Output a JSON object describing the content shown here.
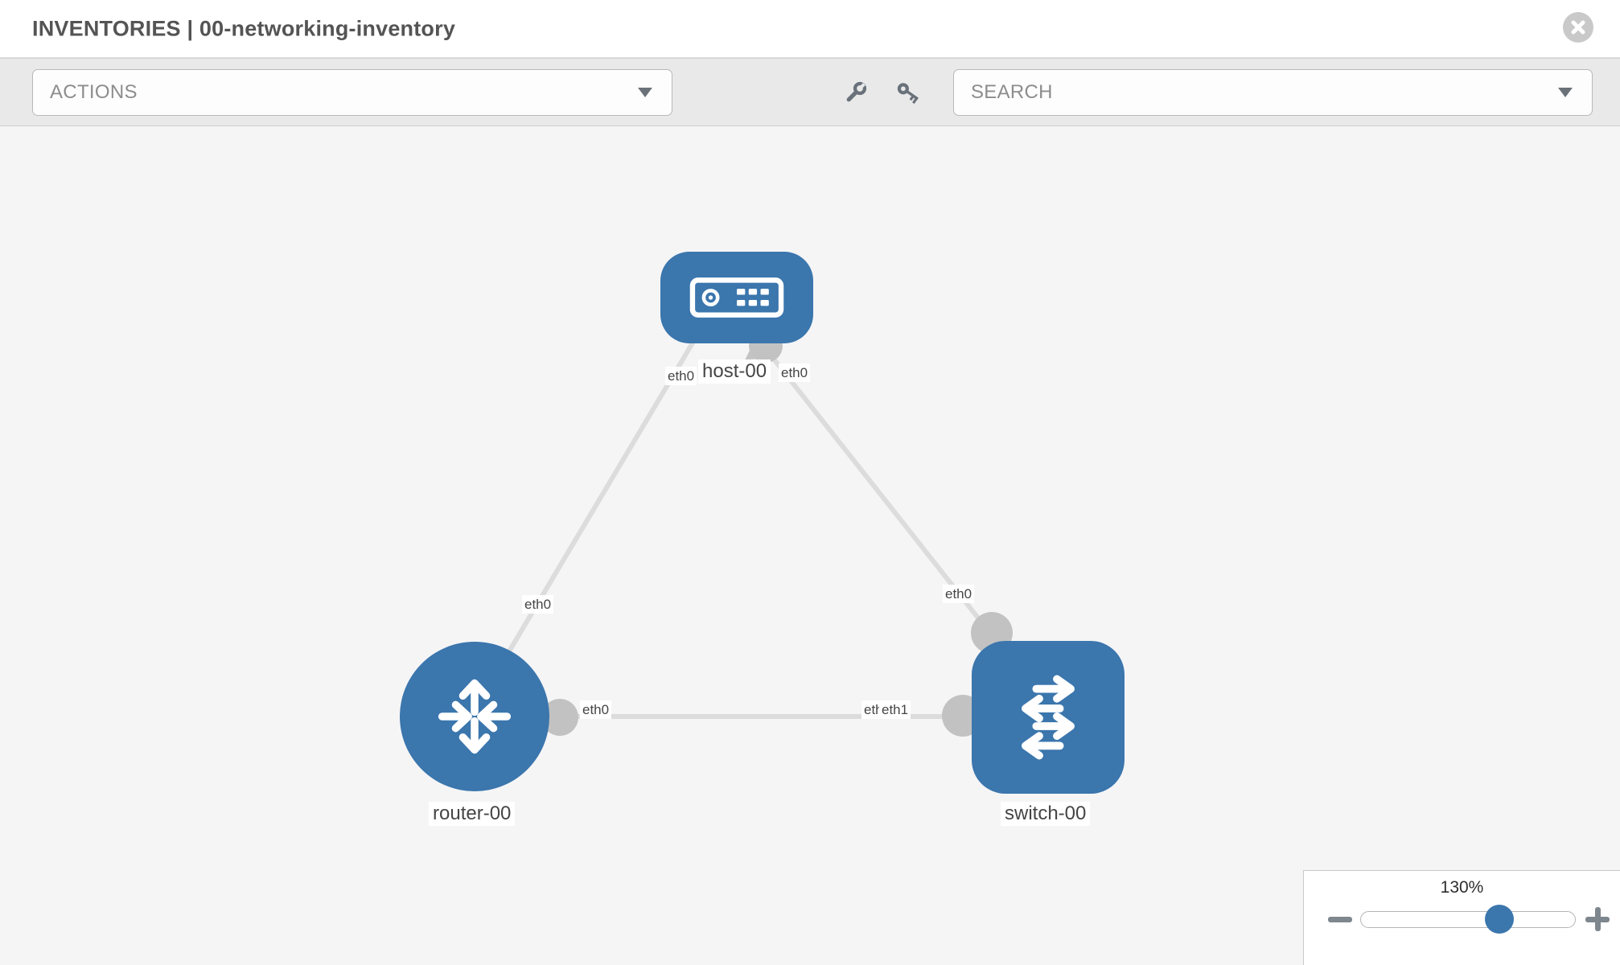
{
  "window": {
    "title": "INVENTORIES | 00-networking-inventory",
    "close_icon": "circle-x-icon"
  },
  "toolbar": {
    "actions": {
      "label": "ACTIONS",
      "caret_icon": "chevron-down-icon"
    },
    "tools": [
      {
        "icon": "wrench-icon"
      },
      {
        "icon": "key-icon"
      }
    ],
    "search": {
      "label": "SEARCH",
      "caret_icon": "chevron-down-icon"
    }
  },
  "topology": {
    "nodes": [
      {
        "label": "host-00",
        "type": "host",
        "icon": "host-icon"
      },
      {
        "label": "router-00",
        "type": "router",
        "icon": "router-icon"
      },
      {
        "label": "switch-00",
        "type": "switch",
        "icon": "switch-icon"
      }
    ],
    "links": [
      {
        "from": "host-00",
        "from_port": "eth0",
        "to": "router-00",
        "to_port": "eth0"
      },
      {
        "from": "host-00",
        "from_port": "eth0",
        "to": "switch-00",
        "to_port": "eth0"
      },
      {
        "from": "router-00",
        "from_port": "eth0",
        "to": "switch-00",
        "to_port": "eth1"
      }
    ],
    "edge_labels": [
      {
        "text": "eth0"
      },
      {
        "text": "eth0"
      },
      {
        "text": "eth0"
      },
      {
        "text": "eth0"
      },
      {
        "text": "eth0"
      },
      {
        "text": "eth0"
      },
      {
        "text": "eth1"
      }
    ]
  },
  "zoom": {
    "value": "130%",
    "out_icon": "minus-icon",
    "in_icon": "plus-icon"
  },
  "colors": {
    "node_blue": "#3b76ad",
    "link_gray": "#dcdcdc",
    "connector_gray": "#c2c2c2",
    "toolbar_gray": "#e9e9e9",
    "canvas_gray": "#f5f5f6"
  }
}
